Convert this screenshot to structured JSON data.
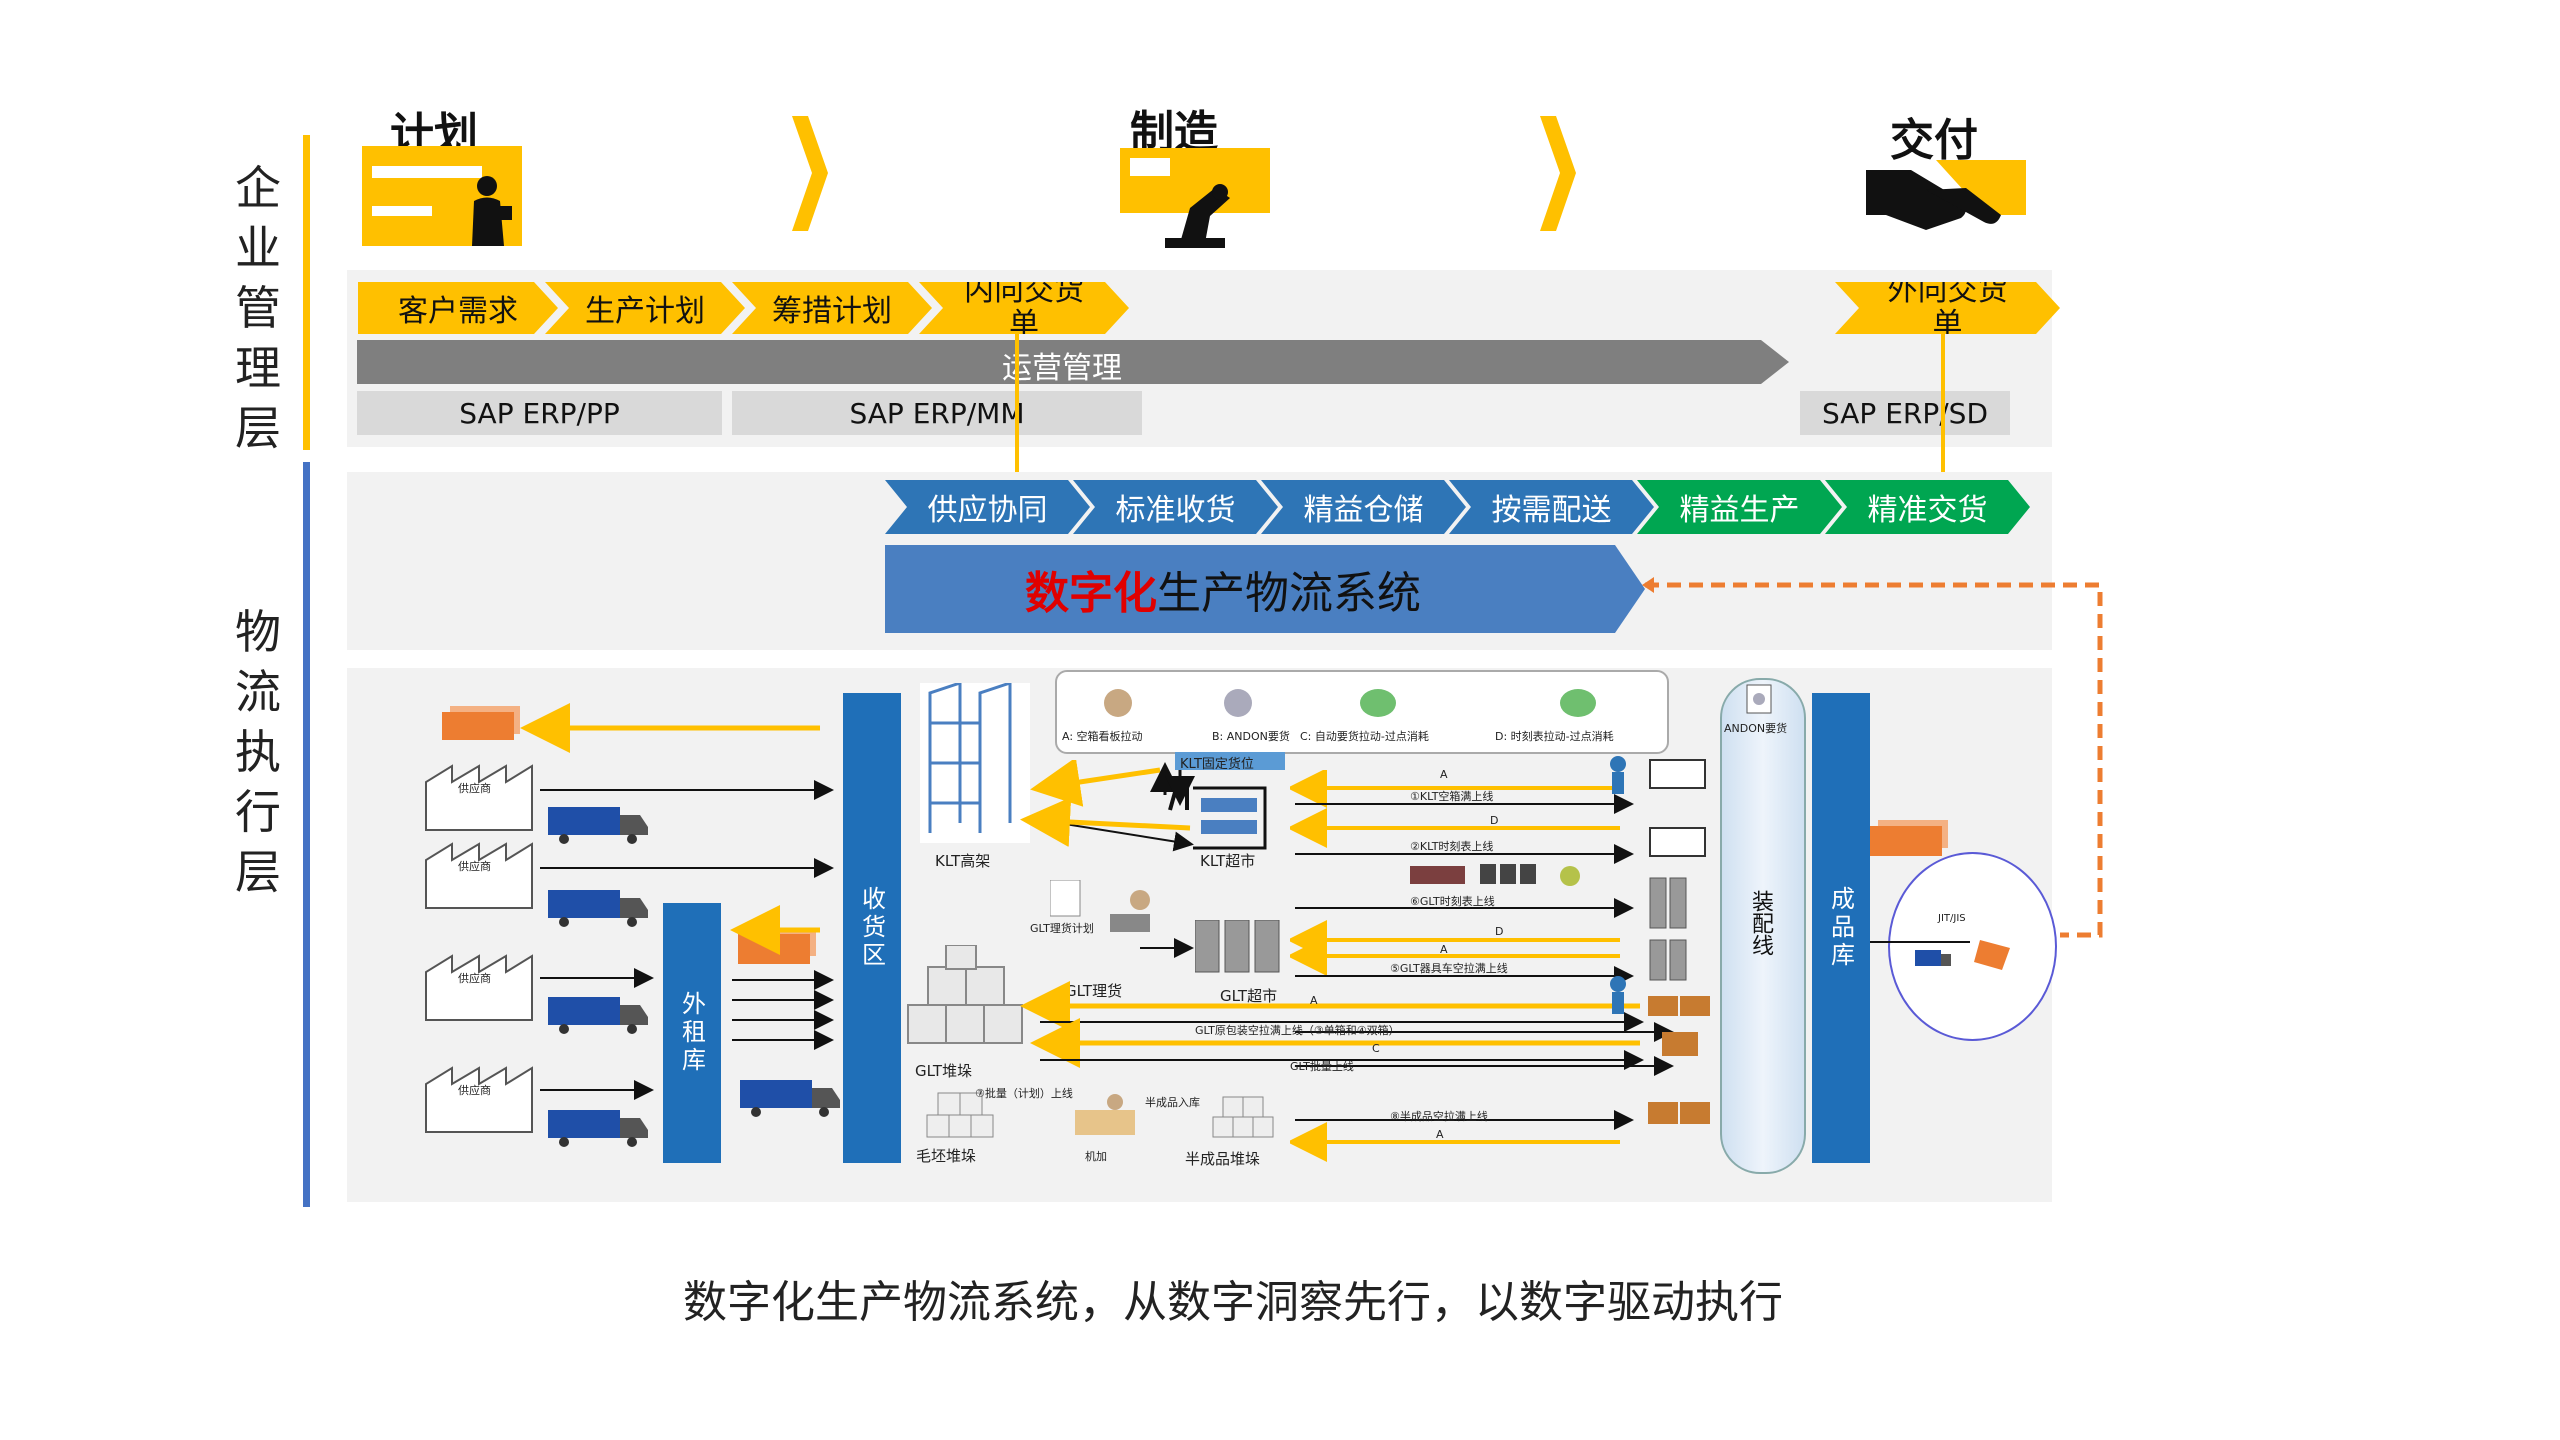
{
  "layers": {
    "management": "企业管理层",
    "execution": "物流执行层"
  },
  "stages": {
    "plan": "计划",
    "make": "制造",
    "deliver": "交付"
  },
  "management_flow": {
    "steps": [
      "客户需求",
      "生产计划",
      "筹措计划",
      "内向交货单"
    ],
    "outbound": "外向交货单",
    "ops_bar": "运营管理",
    "sap": [
      "SAP ERP/PP",
      "SAP ERP/MM",
      "SAP ERP/SD"
    ]
  },
  "logistics_flow": {
    "steps": [
      "供应协同",
      "标准收货",
      "精益仓储",
      "按需配送",
      "精益生产",
      "精准交货"
    ],
    "system_highlight": "数字化",
    "system_rest": "生产物流系统"
  },
  "detail": {
    "supplier": "供应商",
    "outsource_wh": "外租库",
    "receiving_zone": "收货区",
    "klt_rack": "KLT高架",
    "klt_market": "KLT超市",
    "klt_fixed": "KLT固定货位",
    "glt_plan": "GLT理货计划",
    "glt_sort": "GLT理货",
    "glt_market": "GLT超市",
    "glt_stack": "GLT堆垛",
    "blank_stack": "毛坯堆垛",
    "batch_plan": "⑦批量（计划）上线",
    "machining": "机加",
    "semi_in": "半成品入库",
    "semi_stack": "半成品堆垛",
    "assembly": "装配线",
    "andon": "ANDON要货",
    "finished_wh": "成品库",
    "jit": "JIT/JIS",
    "legend": [
      "A: 空箱看板拉动",
      "B: ANDON要货",
      "C: 自动要货拉动-过点消耗",
      "D: 时刻表拉动-过点消耗"
    ],
    "lines": [
      "①KLT空箱满上线",
      "②KLT时刻表上线",
      "⑥GLT时刻表上线",
      "⑤GLT器具车空拉满上线",
      "GLT原包装空拉满上线（③单箱和④双箱）",
      "GLT批量上线",
      "⑧半成品空拉满上线"
    ],
    "line_letters": [
      "A",
      "D",
      "D",
      "A",
      "A",
      "C",
      "A"
    ]
  },
  "caption": "数字化生产物流系统，从数字洞察先行，以数字驱动执行",
  "colors": {
    "yellow": "#ffc000",
    "blue": "#2e75b6",
    "green": "#00a651",
    "gray": "#7f7f7f",
    "dark_blue": "#1f6fb8",
    "orange": "#ed7d31",
    "red": "#e00000"
  }
}
